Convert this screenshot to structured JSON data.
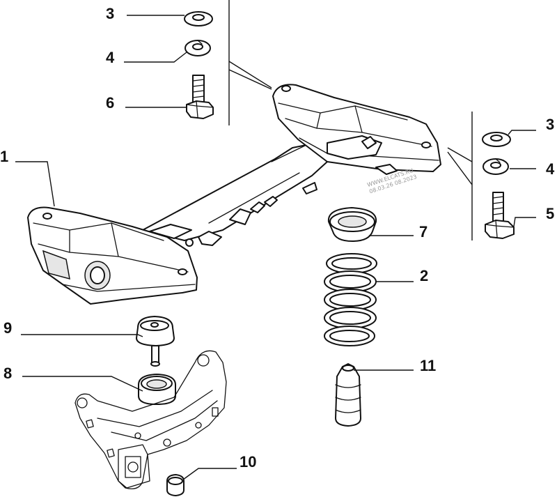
{
  "callouts": {
    "c1": "1",
    "c2": "2",
    "c3a": "3",
    "c3b": "3",
    "c4a": "4",
    "c4b": "4",
    "c5": "5",
    "c6": "6",
    "c7": "7",
    "c8": "8",
    "c9": "9",
    "c10": "10",
    "c11": "11"
  },
  "watermark": {
    "line1": "WWW.ELCATS.RU",
    "line2": "08.03.26 08.2023"
  },
  "colors": {
    "line": "#111111",
    "fill": "#ffffff",
    "shade": "#e6e6e6"
  }
}
